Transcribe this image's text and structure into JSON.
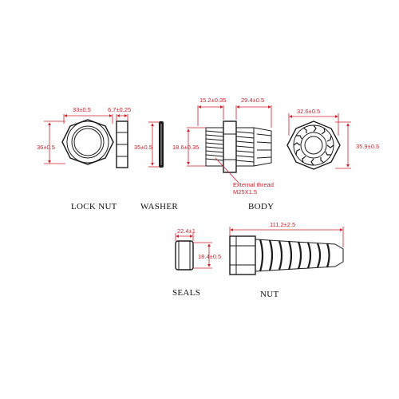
{
  "labels": {
    "lock_nut": "LOCK  NUT",
    "washer": "WASHER",
    "body": "BODY",
    "seals": "SEALS",
    "nut": "NUT"
  },
  "dimensions": {
    "lock_nut_width": "33±0.5",
    "lock_nut_height": "36±0.5",
    "lock_nut_thickness": "6.7±0.25",
    "washer_height": "35±0.5",
    "body_top": "15.2±0.35",
    "body_length": "29.4±0.5",
    "body_side": "18.6±0.35",
    "body_end_width": "32.6±0.5",
    "body_end_height": "35.9±0.5",
    "seals_width": "22.4±1",
    "seals_height": "18.4±0.5",
    "nut_length": "111.2±2.5"
  },
  "notes": {
    "thread_line1": "External thread",
    "thread_line2": "M25X1.5"
  }
}
